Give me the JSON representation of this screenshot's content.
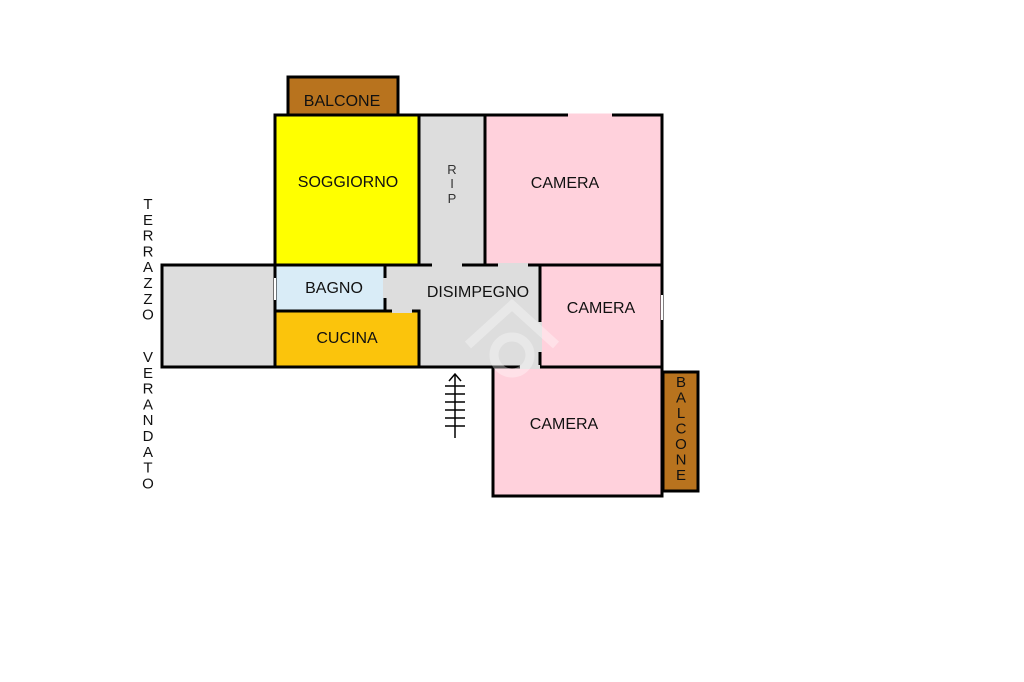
{
  "rooms": {
    "balcone_top": {
      "label": "BALCONE",
      "color": "#b8731e"
    },
    "soggiorno": {
      "label": "SOGGIORNO",
      "color": "#ffff00"
    },
    "rip": {
      "label": "R I P",
      "color": "#dddddd"
    },
    "camera_top": {
      "label": "CAMERA",
      "color": "#ffd1dc"
    },
    "terrazzo_area": {
      "color": "#dddddd"
    },
    "bagno": {
      "label": "BAGNO",
      "color": "#d9ecf7"
    },
    "cucina": {
      "label": "CUCINA",
      "color": "#fbc40c"
    },
    "disimpegno": {
      "label": "DISIMPEGNO",
      "color": "#dddddd"
    },
    "camera_mid": {
      "label": "CAMERA",
      "color": "#ffd1dc"
    },
    "camera_bottom": {
      "label": "CAMERA",
      "color": "#ffd1dc"
    },
    "balcone_right": {
      "label": "BALCONE",
      "color": "#b8731e"
    }
  },
  "terrace_label_line1": "TERRAZZO",
  "terrace_label_line2": "VERANDATO",
  "wall_color": "#000000",
  "stair_icon": "staircase-arrow-icon",
  "watermark_icon": "house-logo-icon"
}
